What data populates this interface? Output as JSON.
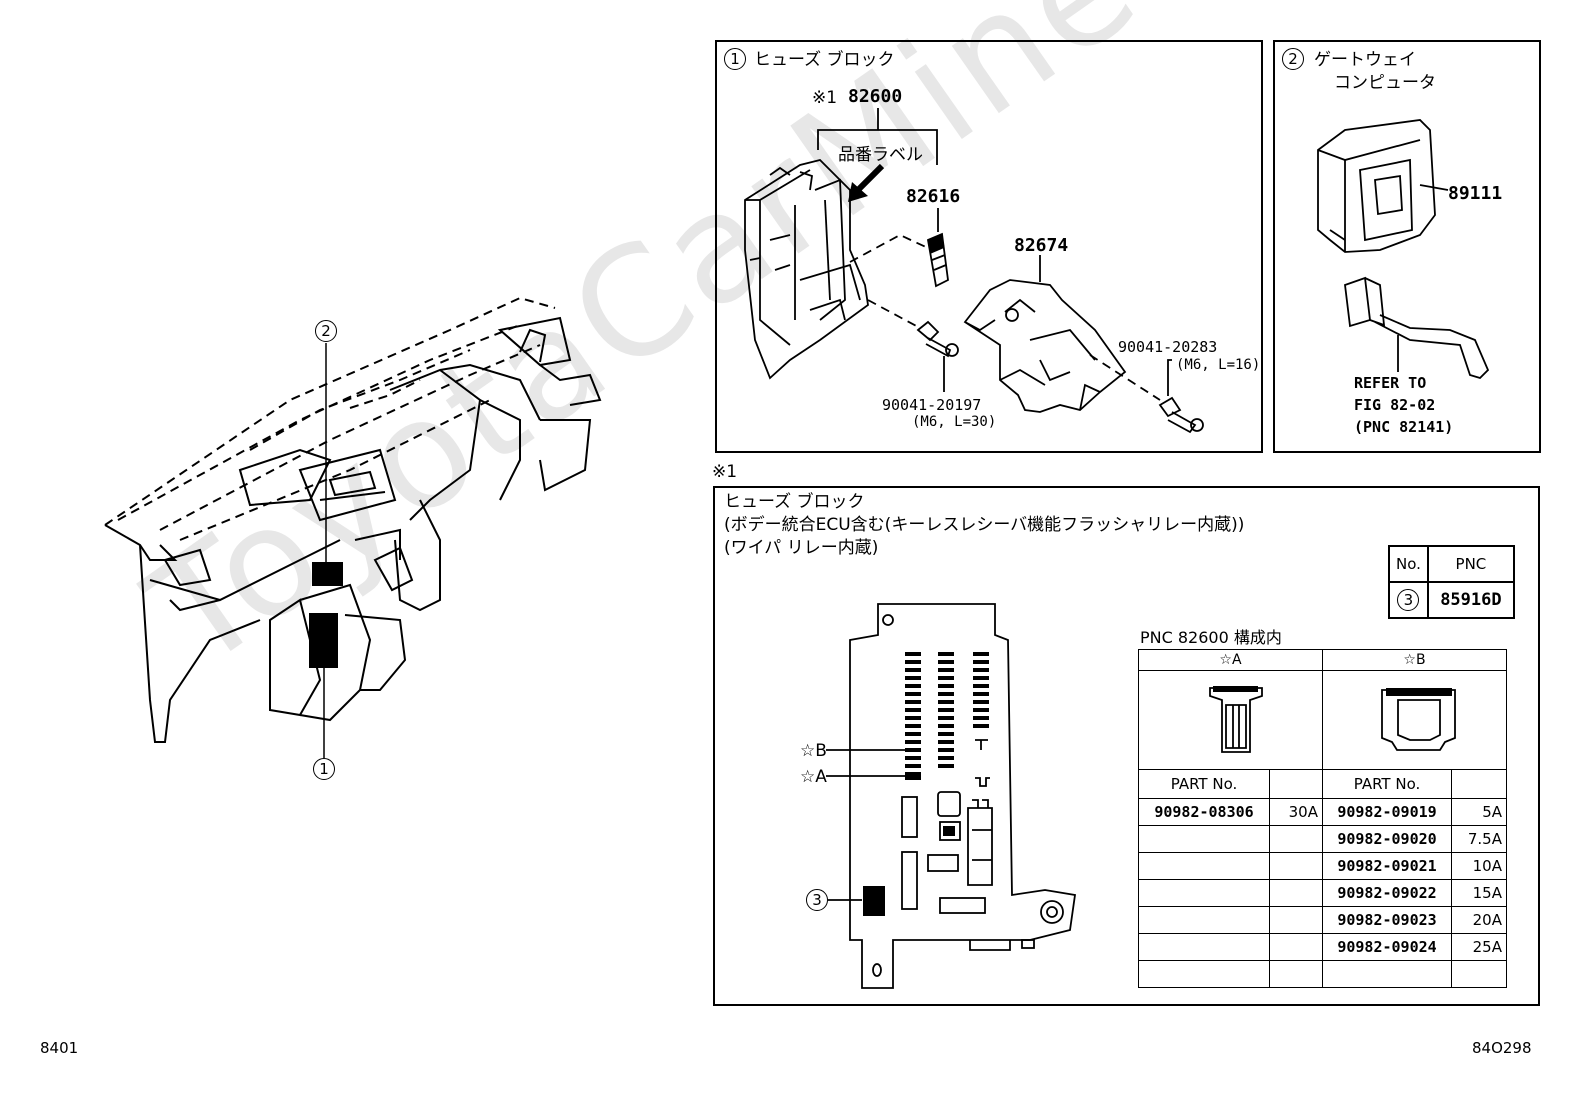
{
  "watermark": "ToyotaCarMine.ru",
  "page_codes": {
    "left": "8401",
    "right": "84O298"
  },
  "overview": {
    "callout_top": "2",
    "callout_bottom": "1"
  },
  "panel1": {
    "num": "1",
    "title": "ヒューズ ブロック",
    "note_mark": "※1",
    "main_part": "82600",
    "label_text": "品番ラベル",
    "parts": {
      "p82616": "82616",
      "p82674": "82674",
      "bolt1": "90041-20197",
      "bolt1_spec": "(M6, L=30)",
      "bolt2": "90041-20283",
      "bolt2_spec": "(M6, L=16)"
    }
  },
  "panel2": {
    "num": "2",
    "title_line1": "ゲートウェイ",
    "title_line2": "コンピュータ",
    "part": "89111",
    "refer_line1": "REFER TO",
    "refer_line2": "FIG 82-02",
    "refer_line3": "(PNC 82141)"
  },
  "detail": {
    "note_mark": "※1",
    "line1": "ヒューズ ブロック",
    "line2": "(ボデー統合ECU含む(キーレスレシーバ機能フラッシャリレー内蔵))",
    "line3": "(ワイパ リレー内蔵)",
    "star_b": "☆B",
    "star_a": "☆A",
    "callout3": "3",
    "pnc_table": {
      "h_no": "No.",
      "h_pnc": "PNC",
      "num": "3",
      "pnc": "85916D"
    },
    "composition_title": "PNC 82600 構成内",
    "col_a": "☆A",
    "col_b": "☆B",
    "part_no_label": "PART No.",
    "rows": [
      {
        "a_part": "90982-08306",
        "a_amp": "30A",
        "b_part": "90982-09019",
        "b_amp": "5A"
      },
      {
        "a_part": "",
        "a_amp": "",
        "b_part": "90982-09020",
        "b_amp": "7.5A"
      },
      {
        "a_part": "",
        "a_amp": "",
        "b_part": "90982-09021",
        "b_amp": "10A"
      },
      {
        "a_part": "",
        "a_amp": "",
        "b_part": "90982-09022",
        "b_amp": "15A"
      },
      {
        "a_part": "",
        "a_amp": "",
        "b_part": "90982-09023",
        "b_amp": "20A"
      },
      {
        "a_part": "",
        "a_amp": "",
        "b_part": "90982-09024",
        "b_amp": "25A"
      },
      {
        "a_part": "",
        "a_amp": "",
        "b_part": "",
        "b_amp": ""
      }
    ]
  }
}
